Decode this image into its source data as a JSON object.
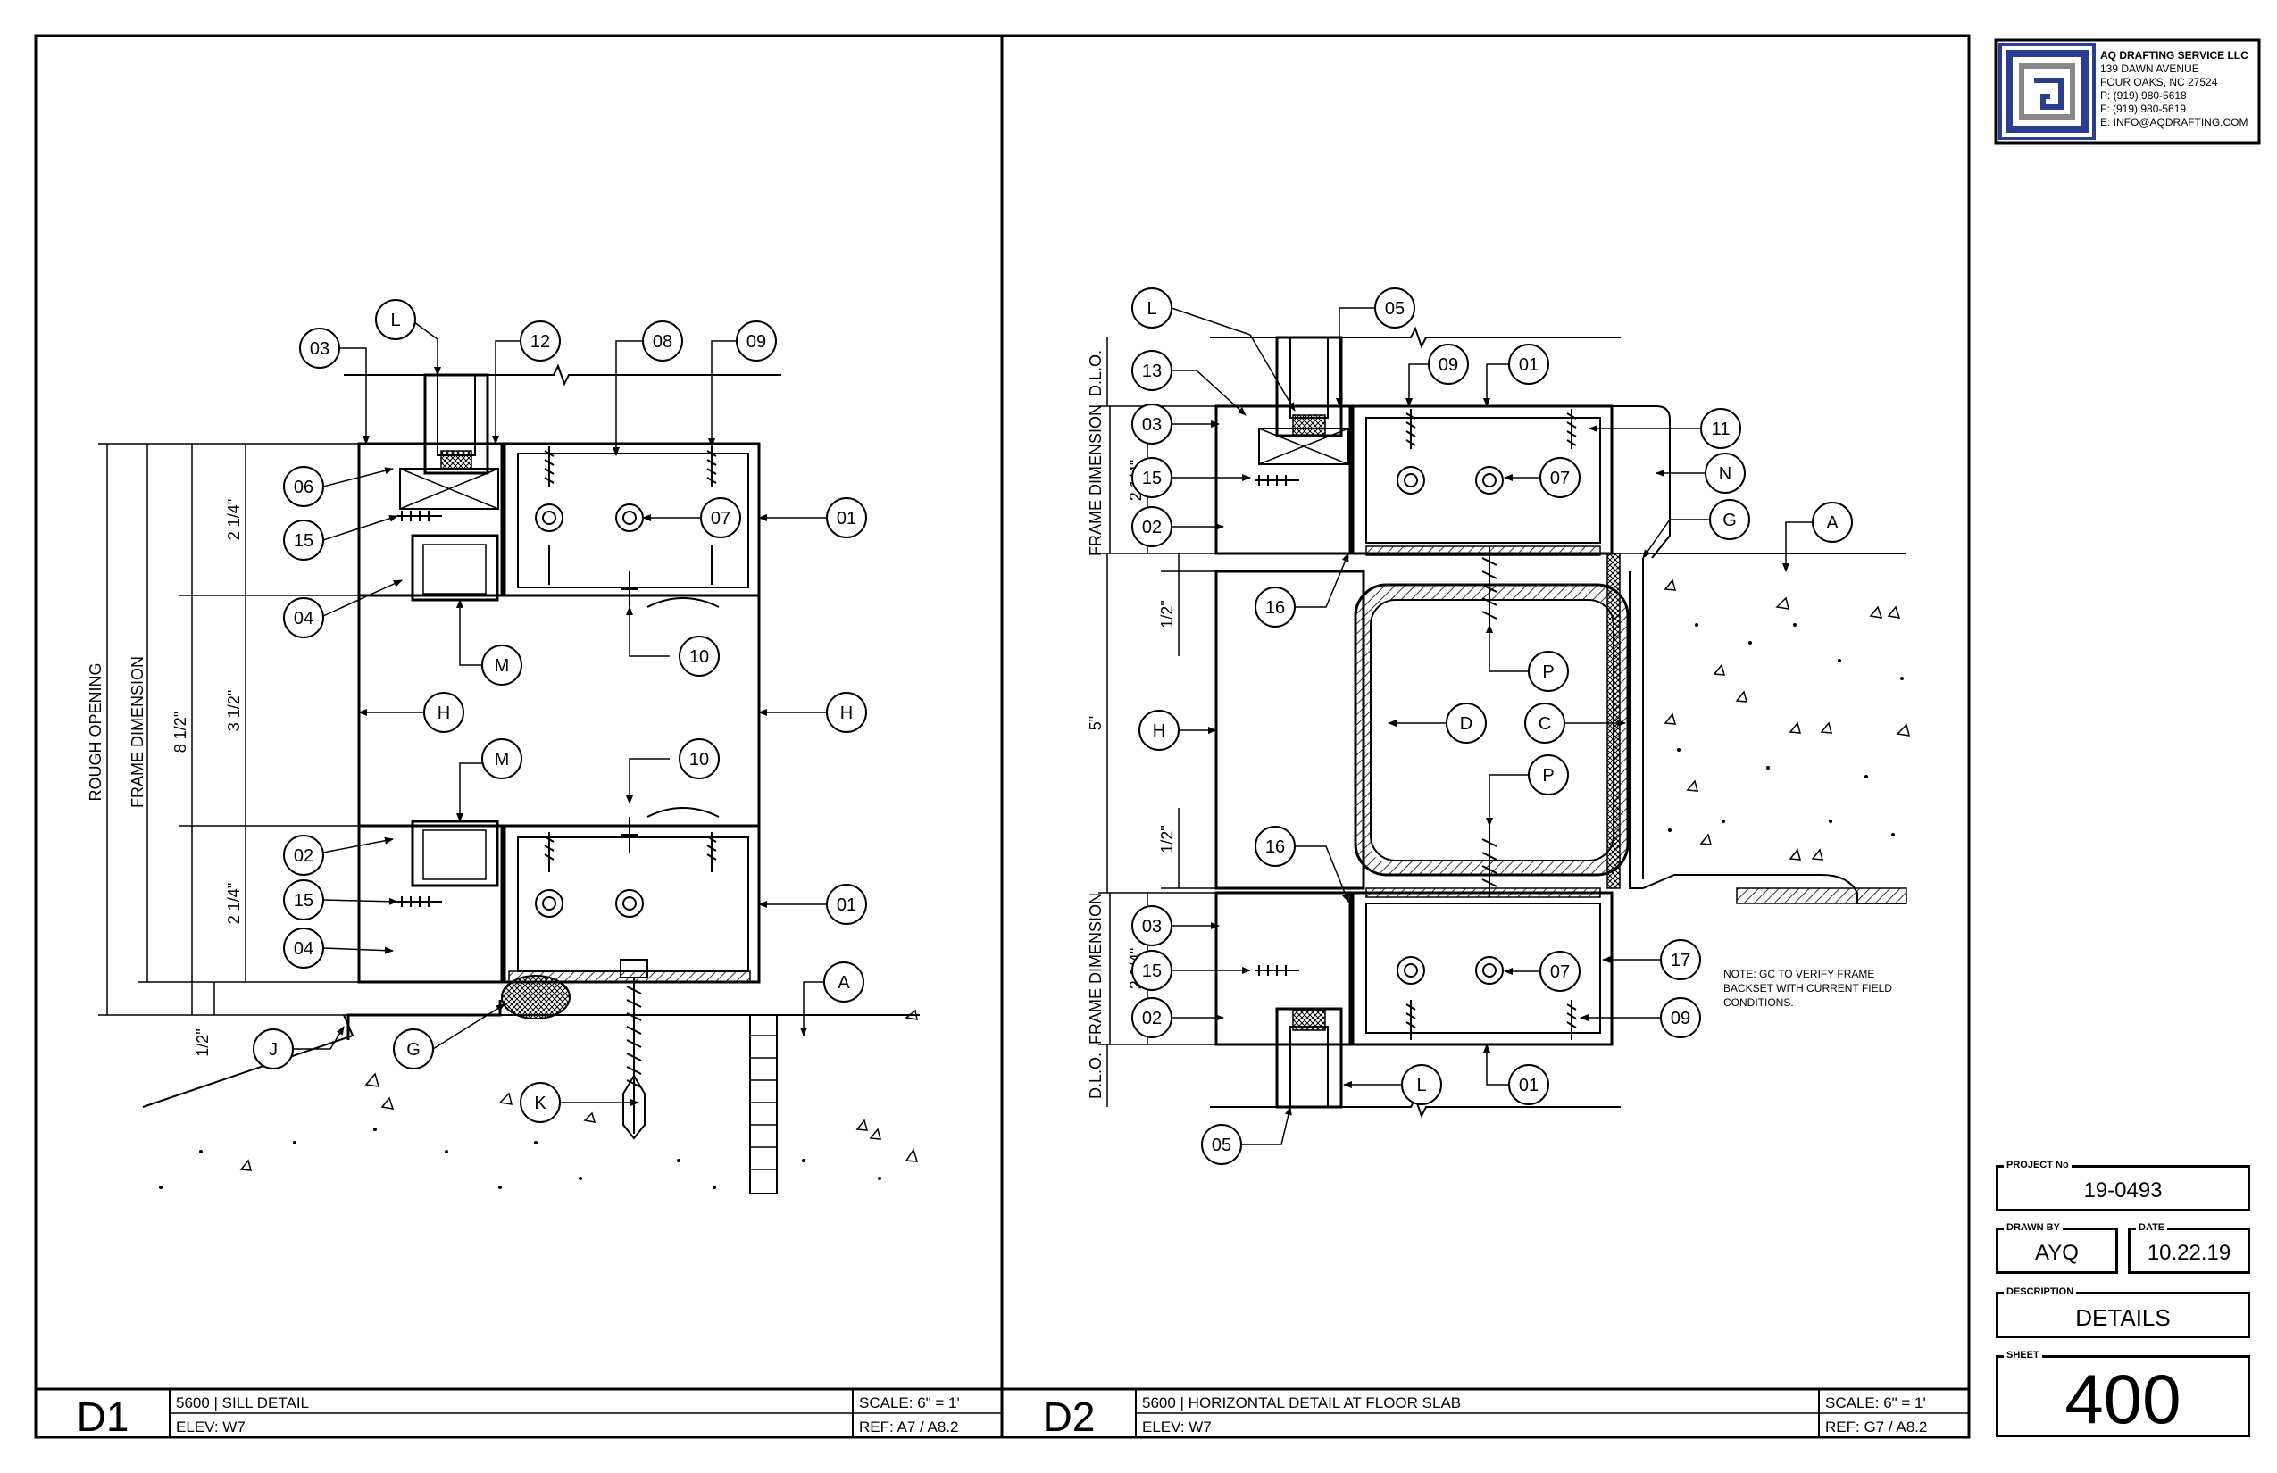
{
  "company": {
    "name": "AQ DRAFTING SERVICE LLC",
    "address1": "139 DAWN AVENUE",
    "address2": "FOUR OAKS, NC  27524",
    "phone": "P: (919) 980-5618",
    "fax": "F: (919) 980-5619",
    "email": "E: INFO@AQDRAFTING.COM",
    "colors": {
      "logo_blue": "#2a3d8f",
      "logo_gray": "#888888"
    }
  },
  "title_block": {
    "project_no_label": "PROJECT No",
    "project_no": "19-0493",
    "drawn_by_label": "DRAWN BY",
    "drawn_by": "AYQ",
    "date_label": "DATE",
    "date": "10.22.19",
    "description_label": "DESCRIPTION",
    "description": "DETAILS",
    "sheet_label": "SHEET",
    "sheet": "400"
  },
  "details": [
    {
      "id": "D1",
      "title": "5600  |  SILL DETAIL",
      "elev": "ELEV: W7",
      "scale": "SCALE: 6\" = 1'",
      "ref": "REF: A7 / A8.2",
      "dims": {
        "rough_opening": "ROUGH OPENING",
        "frame_dimension": "FRAME DIMENSION",
        "overall": "8 1/2\"",
        "top": "2 1/4\"",
        "middle": "3 1/2\"",
        "bottom": "2 1/4\"",
        "shim": "1/2\""
      },
      "callouts": [
        "L",
        "03",
        "12",
        "08",
        "09",
        "06",
        "15",
        "07",
        "01",
        "04",
        "10",
        "M",
        "H",
        "H",
        "M",
        "10",
        "02",
        "15",
        "04",
        "01",
        "A",
        "J",
        "G",
        "K"
      ]
    },
    {
      "id": "D2",
      "title": "5600  |  HORIZONTAL DETAIL AT FLOOR SLAB",
      "elev": "ELEV: W7",
      "scale": "SCALE: 6\" = 1'",
      "ref": "REF: G7 / A8.2",
      "dims": {
        "dlo": "D.L.O.",
        "frame_dimension": "FRAME DIMENSION",
        "top": "2 1/4\"",
        "half_top": "1/2\"",
        "middle": "5\"",
        "half_bottom": "1/2\"",
        "bottom": "2 1/4\""
      },
      "note": [
        "NOTE: GC TO VERIFY FRAME",
        "BACKSET WITH CURRENT FIELD",
        "CONDITIONS."
      ],
      "callouts": [
        "L",
        "05",
        "13",
        "09",
        "01",
        "03",
        "11",
        "15",
        "07",
        "N",
        "02",
        "G",
        "A",
        "16",
        "P",
        "D",
        "C",
        "H",
        "P",
        "16",
        "03",
        "17",
        "15",
        "07",
        "02",
        "09",
        "L",
        "01",
        "05"
      ]
    }
  ]
}
